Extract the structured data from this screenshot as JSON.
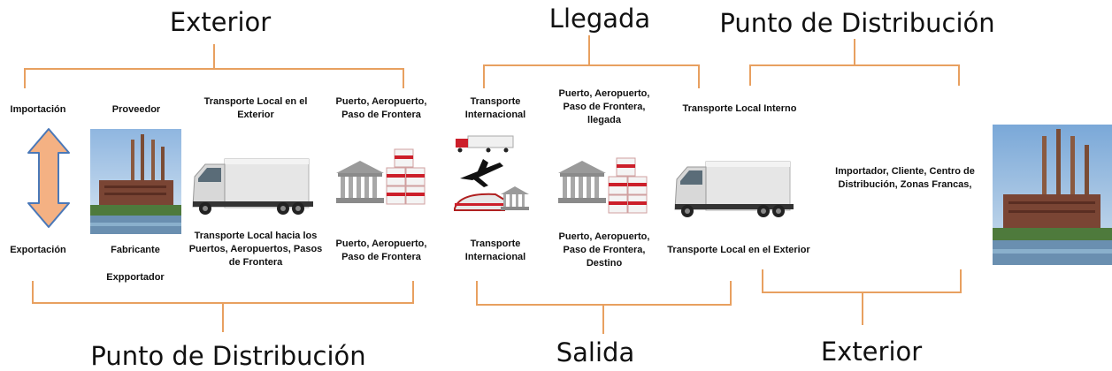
{
  "titles": {
    "top_left": "Exterior",
    "top_center": "Llegada",
    "top_right": "Punto de Distribución",
    "bottom_left": "Punto de Distribución",
    "bottom_center": "Salida",
    "bottom_right": "Exterior"
  },
  "labels": {
    "importacion": "Importación",
    "exportacion": "Exportación",
    "proveedor": "Proveedor",
    "fabricante": "Fabricante",
    "exportador": "Expportador",
    "transporte_local_exterior_top": [
      "Transporte Local en el",
      "Exterior"
    ],
    "transporte_local_puertos": [
      "Transporte Local hacia los",
      "Puertos, Aeropuertos, Pasos",
      "de Frontera"
    ],
    "puerto_top_1": [
      "Puerto, Aeropuerto,",
      "Paso de Frontera"
    ],
    "puerto_bottom_1": [
      "Puerto, Aeropuerto,",
      "Paso de Frontera"
    ],
    "transporte_internacional_top": [
      "Transporte",
      "Internacional"
    ],
    "transporte_internacional_bottom": [
      "Transporte",
      "Internacional"
    ],
    "puerto_llegada": [
      "Puerto, Aeropuerto,",
      "Paso de Frontera,",
      "llegada"
    ],
    "puerto_destino": [
      "Puerto, Aeropuerto,",
      "Paso de Frontera,",
      "Destino"
    ],
    "transporte_local_interno": "Transporte Local Interno",
    "transporte_local_exterior_bottom": "Transporte Local en el Exterior",
    "importador": [
      "Importador, Cliente, Centro de",
      "Distribución, Zonas Francas,"
    ]
  },
  "colors": {
    "bracket": "#e8a060",
    "arrow_fill": "#f4b183",
    "arrow_stroke": "#4a78b8",
    "crate_red": "#cc1f2a"
  }
}
